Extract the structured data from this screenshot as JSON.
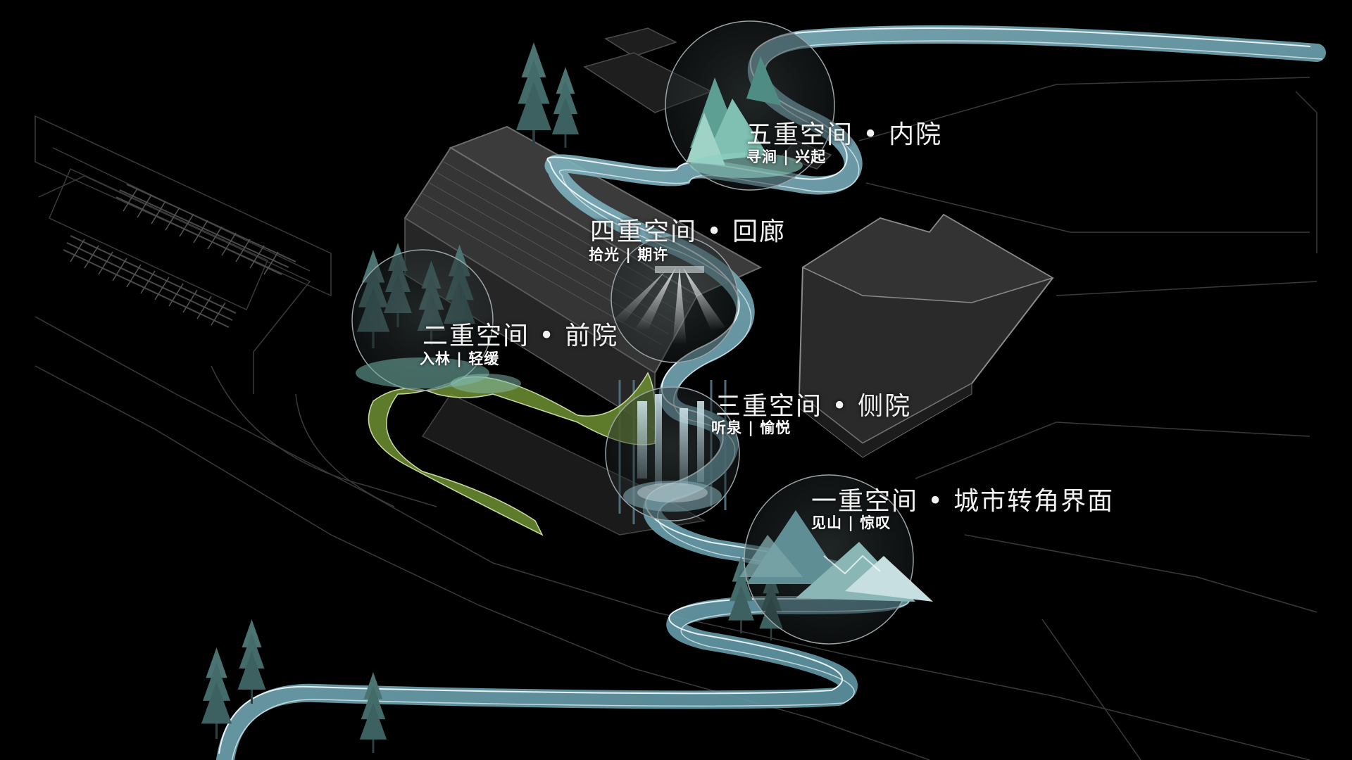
{
  "colors": {
    "background": "#000000",
    "building_line": "#5a5a5a",
    "building_fill": "#2b2b2b",
    "river": "#6fa3b0",
    "river_edge": "#e8f3f6",
    "green_path": "#7c9e3a",
    "tree": "#4f7a78",
    "mountain": "#6fb2a8"
  },
  "zones": [
    {
      "title": "五重空间 • 内院",
      "subtitle": "寻涧 | 兴起",
      "scene": "mountain-icon"
    },
    {
      "title": "四重空间 • 回廊",
      "subtitle": "拾光 | 期许",
      "scene": "light-rays-icon"
    },
    {
      "title": "二重空间 • 前院",
      "subtitle": "入林 | 轻缓",
      "scene": "forest-icon"
    },
    {
      "title": "三重空间 • 侧院",
      "subtitle": "听泉 | 愉悦",
      "scene": "waterfall-icon"
    },
    {
      "title": "一重空间 • 城市转角界面",
      "subtitle": "见山 | 惊叹",
      "scene": "mountain-icon"
    }
  ]
}
